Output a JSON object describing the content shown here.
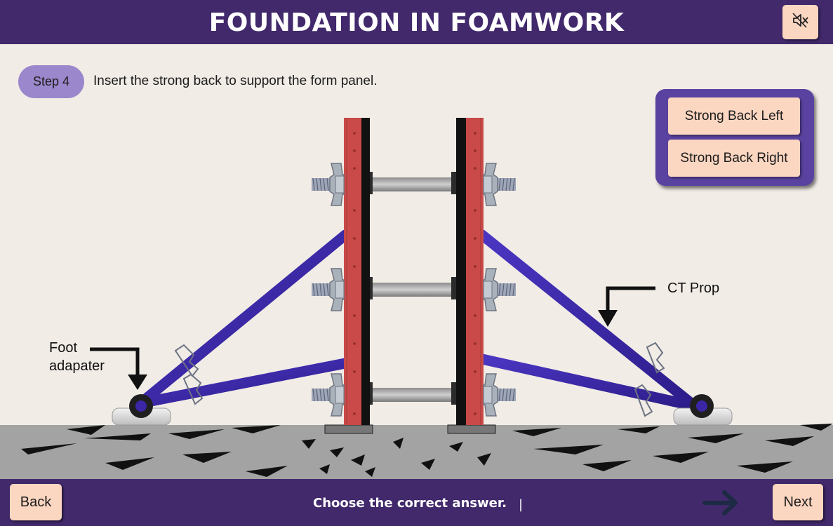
{
  "header": {
    "title": "FOUNDATION IN FOAMWORK",
    "mute_icon": "speaker-muted-icon"
  },
  "step": {
    "badge": "Step 4",
    "instruction": "Insert the strong back to support the form panel."
  },
  "choices": [
    {
      "label": "Strong Back Left"
    },
    {
      "label": "Strong Back Right"
    }
  ],
  "diagram_labels": {
    "foot_adapter_line1": "Foot",
    "foot_adapter_line2": "adapater",
    "ct_prop": "CT Prop"
  },
  "footer": {
    "back_label": "Back",
    "prompt": "Choose the correct answer.",
    "cursor": "|",
    "next_label": "Next",
    "next_icon": "arrow-right-icon"
  },
  "colors": {
    "header_bg": "#41296b",
    "panel_bg": "#5a43a0",
    "button_bg": "#fbd6c1",
    "step_pill": "#9b87cb",
    "form_panel_red": "#c94a48",
    "prop_blue": "#3b26a6",
    "ground_gray": "#a3a3a3"
  }
}
